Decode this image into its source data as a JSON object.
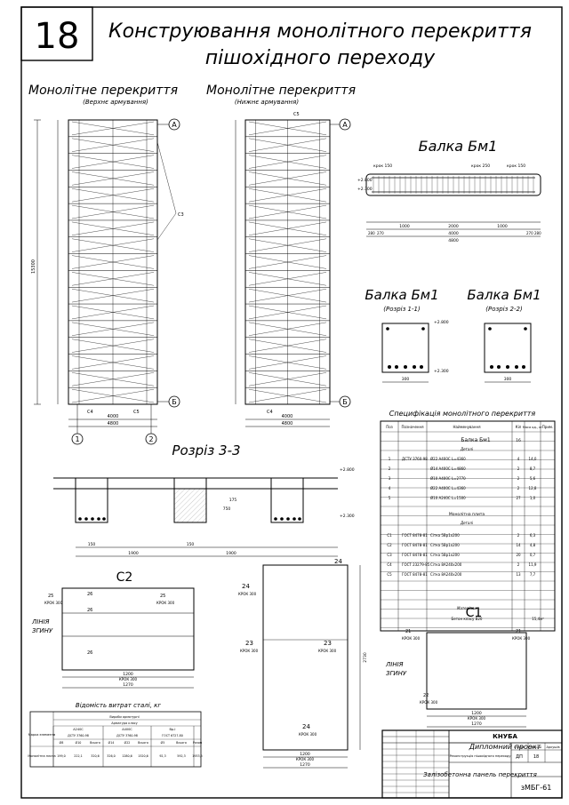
{
  "sheet": {
    "number": "18",
    "title_line1": "Конструювання монолітного перекриття",
    "title_line2": "пішохідного переходу"
  },
  "top_plan": {
    "title": "Монолітне перекриття",
    "subtitle": "(Верхнє армування)",
    "overall_height": "15300",
    "bottom_dims": [
      "4000",
      "4800"
    ],
    "axis_top": "А",
    "axis_bottom": "Б",
    "axes_left_right": [
      "1",
      "2"
    ],
    "bar_marks": [
      "С3",
      "С4",
      "С5"
    ]
  },
  "bottom_plan": {
    "title": "Монолітне перекриття",
    "subtitle": "(Нижнє армування)",
    "bottom_dims": [
      "4000",
      "4800"
    ],
    "axis_top": "А",
    "axis_bottom": "Б",
    "bar_marks": [
      "С4",
      "С5"
    ]
  },
  "beam_elevation": {
    "title": "Балка Бм1",
    "labels": [
      "крок 150",
      "крок 250",
      "крок 150",
      "+2.300",
      "+2.800"
    ],
    "dims": [
      "1000",
      "2000",
      "1000",
      "4000",
      "4800",
      "280",
      "270",
      "270",
      "280"
    ]
  },
  "section_1": {
    "title": "Балка Бм1",
    "subtitle": "(Розріз 1-1)",
    "width": "300",
    "levels": [
      "+2.800",
      "+2.300"
    ]
  },
  "section_2": {
    "title": "Балка Бм1",
    "subtitle": "(Розріз 2-2)",
    "width": "300"
  },
  "section_3": {
    "title": "Розріз 3-3",
    "dims": [
      "150",
      "750",
      "150",
      "1900",
      "1900",
      "175"
    ],
    "levels": [
      "+2.800",
      "+2.300"
    ]
  },
  "spec_table": {
    "title": "Специфікація монолітного перекриття",
    "headers": [
      "Поз",
      "Позначення",
      "Найменування",
      "Кіл",
      "Маса од., кг",
      "Прим."
    ],
    "beam_group": "Балка Бм1",
    "beam_qty": "16",
    "details_label": "Деталі",
    "beam_rows": [
      {
        "pos": "1",
        "doc": "ДСТУ 3760-98",
        "name": "Ø22 А400С L=4360",
        "qty": "4",
        "mass": "14,0"
      },
      {
        "pos": "2",
        "doc": "",
        "name": "Ø14 А400С L=4860",
        "qty": "2",
        "mass": "8,7"
      },
      {
        "pos": "3",
        "doc": "",
        "name": "Ø10 А400С L=2770",
        "qty": "2",
        "mass": "5,6"
      },
      {
        "pos": "4",
        "doc": "",
        "name": "Ø22 А400С L=4360",
        "qty": "2",
        "mass": "12,8"
      },
      {
        "pos": "5",
        "doc": "",
        "name": "Ø10 А240С L=1500",
        "qty": "27",
        "mass": "1,0"
      }
    ],
    "slab_group": "Монолітна плита",
    "slab_rows": [
      {
        "pos": "С1",
        "doc": "ГОСТ 8478-81",
        "name": "Сітка 5Вр1х200",
        "qty": "2",
        "mass": "6,3"
      },
      {
        "pos": "С2",
        "doc": "ГОСТ 8478-81",
        "name": "Сітка 5Вр1х200",
        "qty": "14",
        "mass": "4,8"
      },
      {
        "pos": "С3",
        "doc": "ГОСТ 8478-81",
        "name": "Сітка 5Вр1х200",
        "qty": "20",
        "mass": "0,7"
      },
      {
        "pos": "С4",
        "doc": "ГОСТ 23279-85",
        "name": "Сітка 8А240х200",
        "qty": "2",
        "mass": "11,9"
      },
      {
        "pos": "С5",
        "doc": "ГОСТ 8478-81",
        "name": "Сітка 8А240х200",
        "qty": "13",
        "mass": "7,7"
      }
    ],
    "materials_label": "Матеріали",
    "concrete": "Бетон класу В20",
    "concrete_qty": "15,4м³"
  },
  "mesh_c2": {
    "title": "С2",
    "marks": [
      "25",
      "26",
      "26",
      "26",
      "25"
    ],
    "step": "КРОК 300",
    "bend": [
      "ЛІНІЯ",
      "ЗГИНУ"
    ],
    "dims": [
      "1200",
      "1270",
      "КРОК 300"
    ]
  },
  "mesh_c4": {
    "marks": [
      "24",
      "24",
      "23",
      "23",
      "24"
    ],
    "step": "КРОК 300",
    "dims": [
      "1200",
      "1270",
      "2730",
      "КРОК 300"
    ]
  },
  "mesh_c1": {
    "title": "С1",
    "marks": [
      "21",
      "21",
      "22"
    ],
    "step": "КРОК 300",
    "bend": [
      "ЛІНІЯ",
      "ЗГИНУ"
    ],
    "dims": [
      "1200",
      "1270",
      "КРОК 300"
    ]
  },
  "steel_table": {
    "title": "Відомість витрат сталі, кг",
    "col_mark": "Марка елемента",
    "group_header": "Вироби арматурні",
    "sub_header": "Арматура класу",
    "classes": [
      "А240С",
      "А400С",
      "Вр-І"
    ],
    "standards": [
      "ДСТУ 3760-98",
      "ДСТУ 3760-98",
      "ГОСТ 6727-80"
    ],
    "cols": [
      "Ø8",
      "Ø10",
      "Всього",
      "Ø14",
      "Ø22",
      "Всього",
      "Ø5",
      "Всього",
      "Разом"
    ],
    "row_label": "Монолітна плита",
    "row_values": [
      "199,0",
      "222,1",
      "320,6",
      "326,0",
      "1280,6",
      "1520,6",
      "92,3",
      "592,3",
      "1933,5"
    ]
  },
  "title_block": {
    "org": "КНУБА",
    "project": "Дипломний проект",
    "desc": "Реконструкція пішохідного переходу",
    "stage_label": "Стадія",
    "sheet_label": "Аркуш",
    "sheets_label": "Аркушів",
    "stage": "ДП",
    "sheet": "18",
    "drawing_name": "Залізобетонна панель перекриття",
    "group": "зМБГ-61"
  }
}
